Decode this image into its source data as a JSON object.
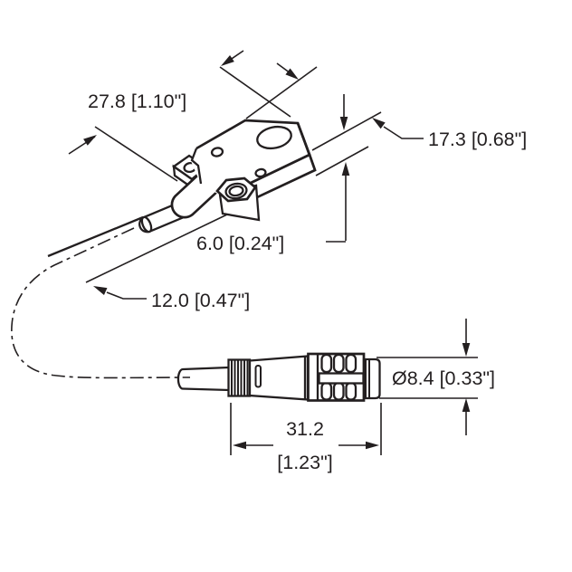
{
  "drawing": {
    "type": "technical-dimension-drawing",
    "background": "#ffffff",
    "line_color": "#231f20",
    "labels": {
      "sensor_length": "27.8 [1.10\"]",
      "sensor_width": "17.3 [0.68\"]",
      "sensor_thickness": "6.0 [0.24\"]",
      "cable_exit_length": "12.0 [0.47\"]",
      "connector_length_mm": "31.2",
      "connector_length_in": "[1.23\"]",
      "connector_diameter": "Ø8.4 [0.33\"]"
    }
  }
}
